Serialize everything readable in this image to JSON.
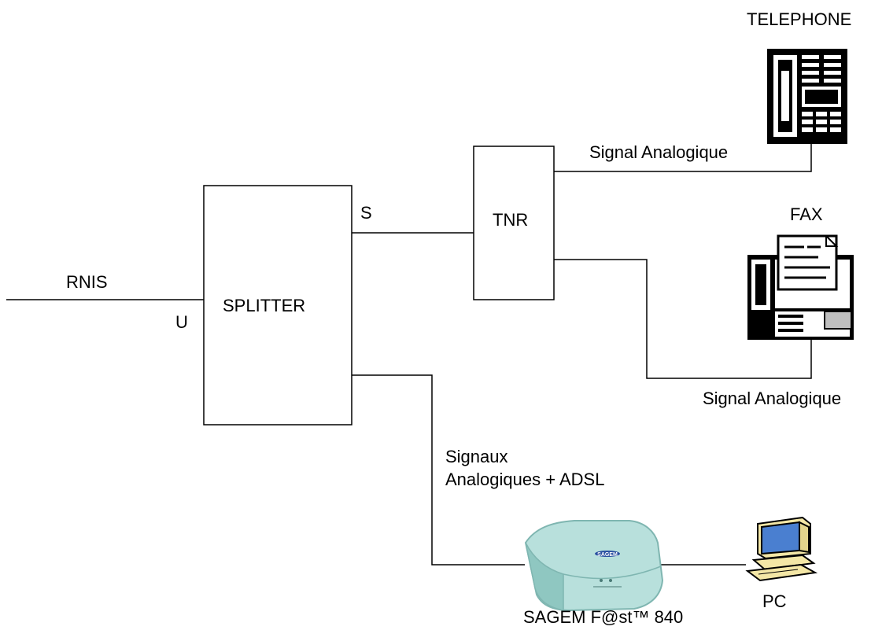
{
  "labels": {
    "rnis": "RNIS",
    "u": "U",
    "splitter": "SPLITTER",
    "s": "S",
    "tnr": "TNR",
    "telephone": "TELEPHONE",
    "signal_phone": "Signal Analogique",
    "fax": "FAX",
    "signal_fax": "Signal Analogique",
    "signaux_line1": "Signaux",
    "signaux_line2": "Analogiques + ADSL",
    "modem": "SAGEM F@st™ 840",
    "pc": "PC",
    "modem_brand": "SAGEM"
  },
  "colors": {
    "line": "#000000",
    "modem_body": "#b8e0dc",
    "modem_shadow": "#7fb6b1",
    "pc_body": "#f4e7a6",
    "pc_screen": "#4a7fd0",
    "fax_panel": "#bfbfbf"
  },
  "icons": [
    "telephone-icon",
    "fax-icon",
    "modem-icon",
    "pc-icon"
  ]
}
